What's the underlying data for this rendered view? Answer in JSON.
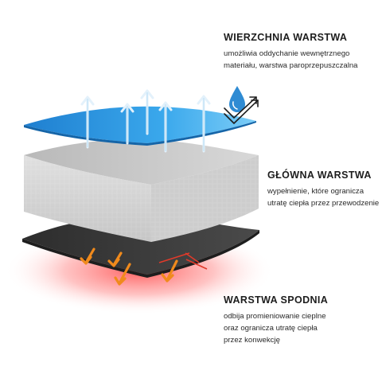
{
  "layers": {
    "top": {
      "title": "WIERZCHNIA WARSTWA",
      "lines": [
        "umożliwia oddychanie wewnętrznego",
        "materiału, warstwa paroprzepuszczalna"
      ]
    },
    "main": {
      "title": "GŁÓWNA WARSTWA",
      "lines": [
        "wypełnienie, które ogranicza",
        "utratę ciepła przez przewodzenie"
      ]
    },
    "bottom": {
      "title": "WARSTWA SPODNIA",
      "lines": [
        "odbija promieniowanie cieplne",
        "oraz ogranicza utratę ciepła",
        "przez konwekcję"
      ]
    }
  },
  "colors": {
    "top_layer": "#2a8fd8",
    "top_layer_light": "#6fc3f5",
    "main_layer_front": "#d6d6d6",
    "main_layer_top": "#bfbfbf",
    "bottom_layer": "#3a3a3a",
    "heat_glow": "#ff3b3b",
    "arrow_up": "#e3f1fb",
    "arrow_down": "#f08a1c",
    "water_icon": "#2f8bd3"
  },
  "icons": [
    "water-drop-icon",
    "vapour-arrows-icon"
  ]
}
